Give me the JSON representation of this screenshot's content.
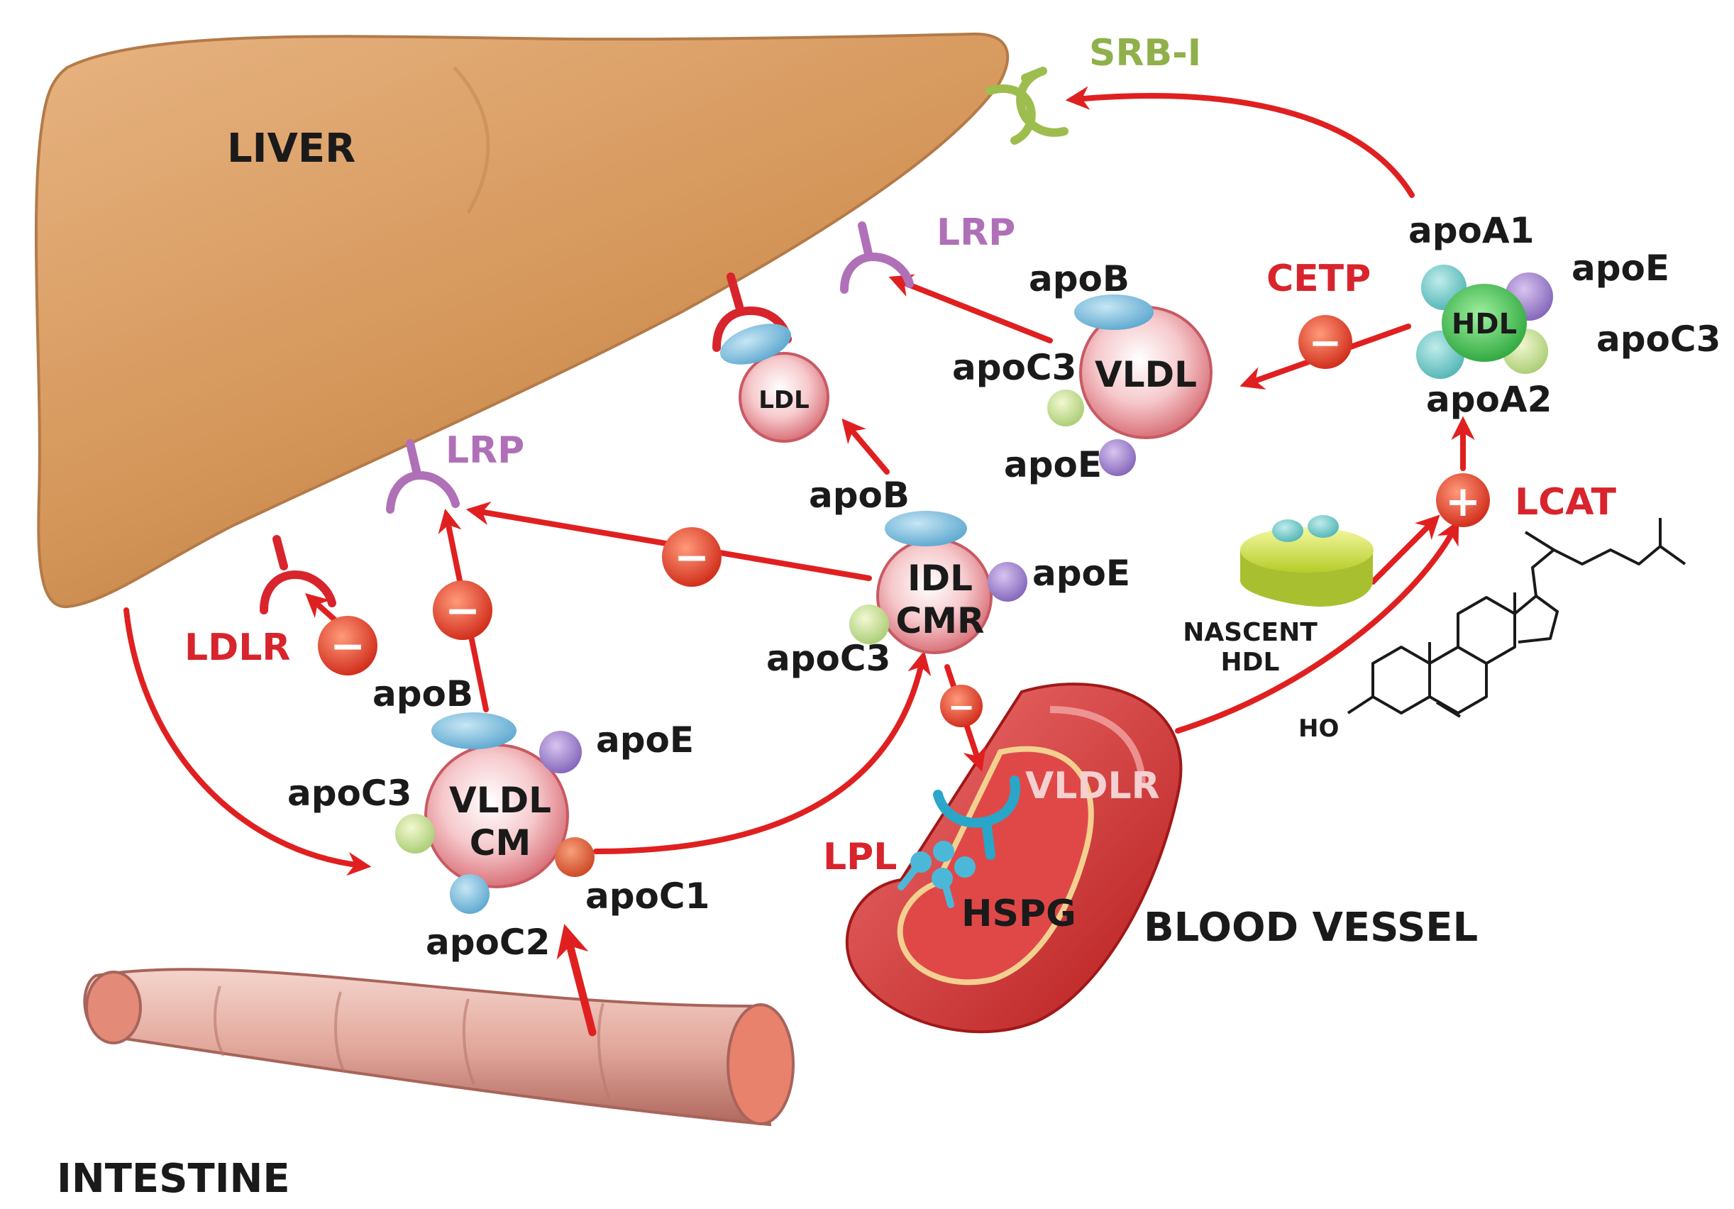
{
  "organs": {
    "liver": "LIVER",
    "intestine": "INTESTINE",
    "blood_vessel": "BLOOD VESSEL"
  },
  "receptors": {
    "srb1": "SRB-I",
    "lrp_top": "LRP",
    "lrp_left": "LRP",
    "ldlr": "LDLR",
    "vldlr": "VLDLR",
    "hspg": "HSPG"
  },
  "enzymes": {
    "cetp": "CETP",
    "lcat": "LCAT",
    "lpl": "LPL"
  },
  "signs": {
    "minus": "−",
    "plus": "+"
  },
  "particles": {
    "ldl": "LDL",
    "vldl_top": "VLDL",
    "idl_line1": "IDL",
    "idl_line2": "CMR",
    "vldl_cm_line1": "VLDL",
    "vldl_cm_line2": "CM",
    "hdl": "HDL",
    "nascent_line1": "NASCENT",
    "nascent_line2": "HDL"
  },
  "apos": {
    "vldl_apoB": "apoB",
    "vldl_apoC3": "apoC3",
    "vldl_apoE": "apoE",
    "hdl_apoA1": "apoA1",
    "hdl_apoE": "apoE",
    "hdl_apoC3": "apoC3",
    "hdl_apoA2": "apoA2",
    "idl_apoB": "apoB",
    "idl_apoE": "apoE",
    "idl_apoC3": "apoC3",
    "cm_apoB": "apoB",
    "cm_apoE": "apoE",
    "cm_apoC3": "apoC3",
    "cm_apoC1": "apoC1",
    "cm_apoC2": "apoC2"
  },
  "cholesterol": {
    "ho": "HO"
  },
  "colors": {
    "arrow": "#e02020",
    "label_red": "#d8242c",
    "srb_green": "#8fb04a",
    "lrp_purple": "#b070b8",
    "liver": "#d9a06a",
    "text": "#1a1a1a"
  }
}
